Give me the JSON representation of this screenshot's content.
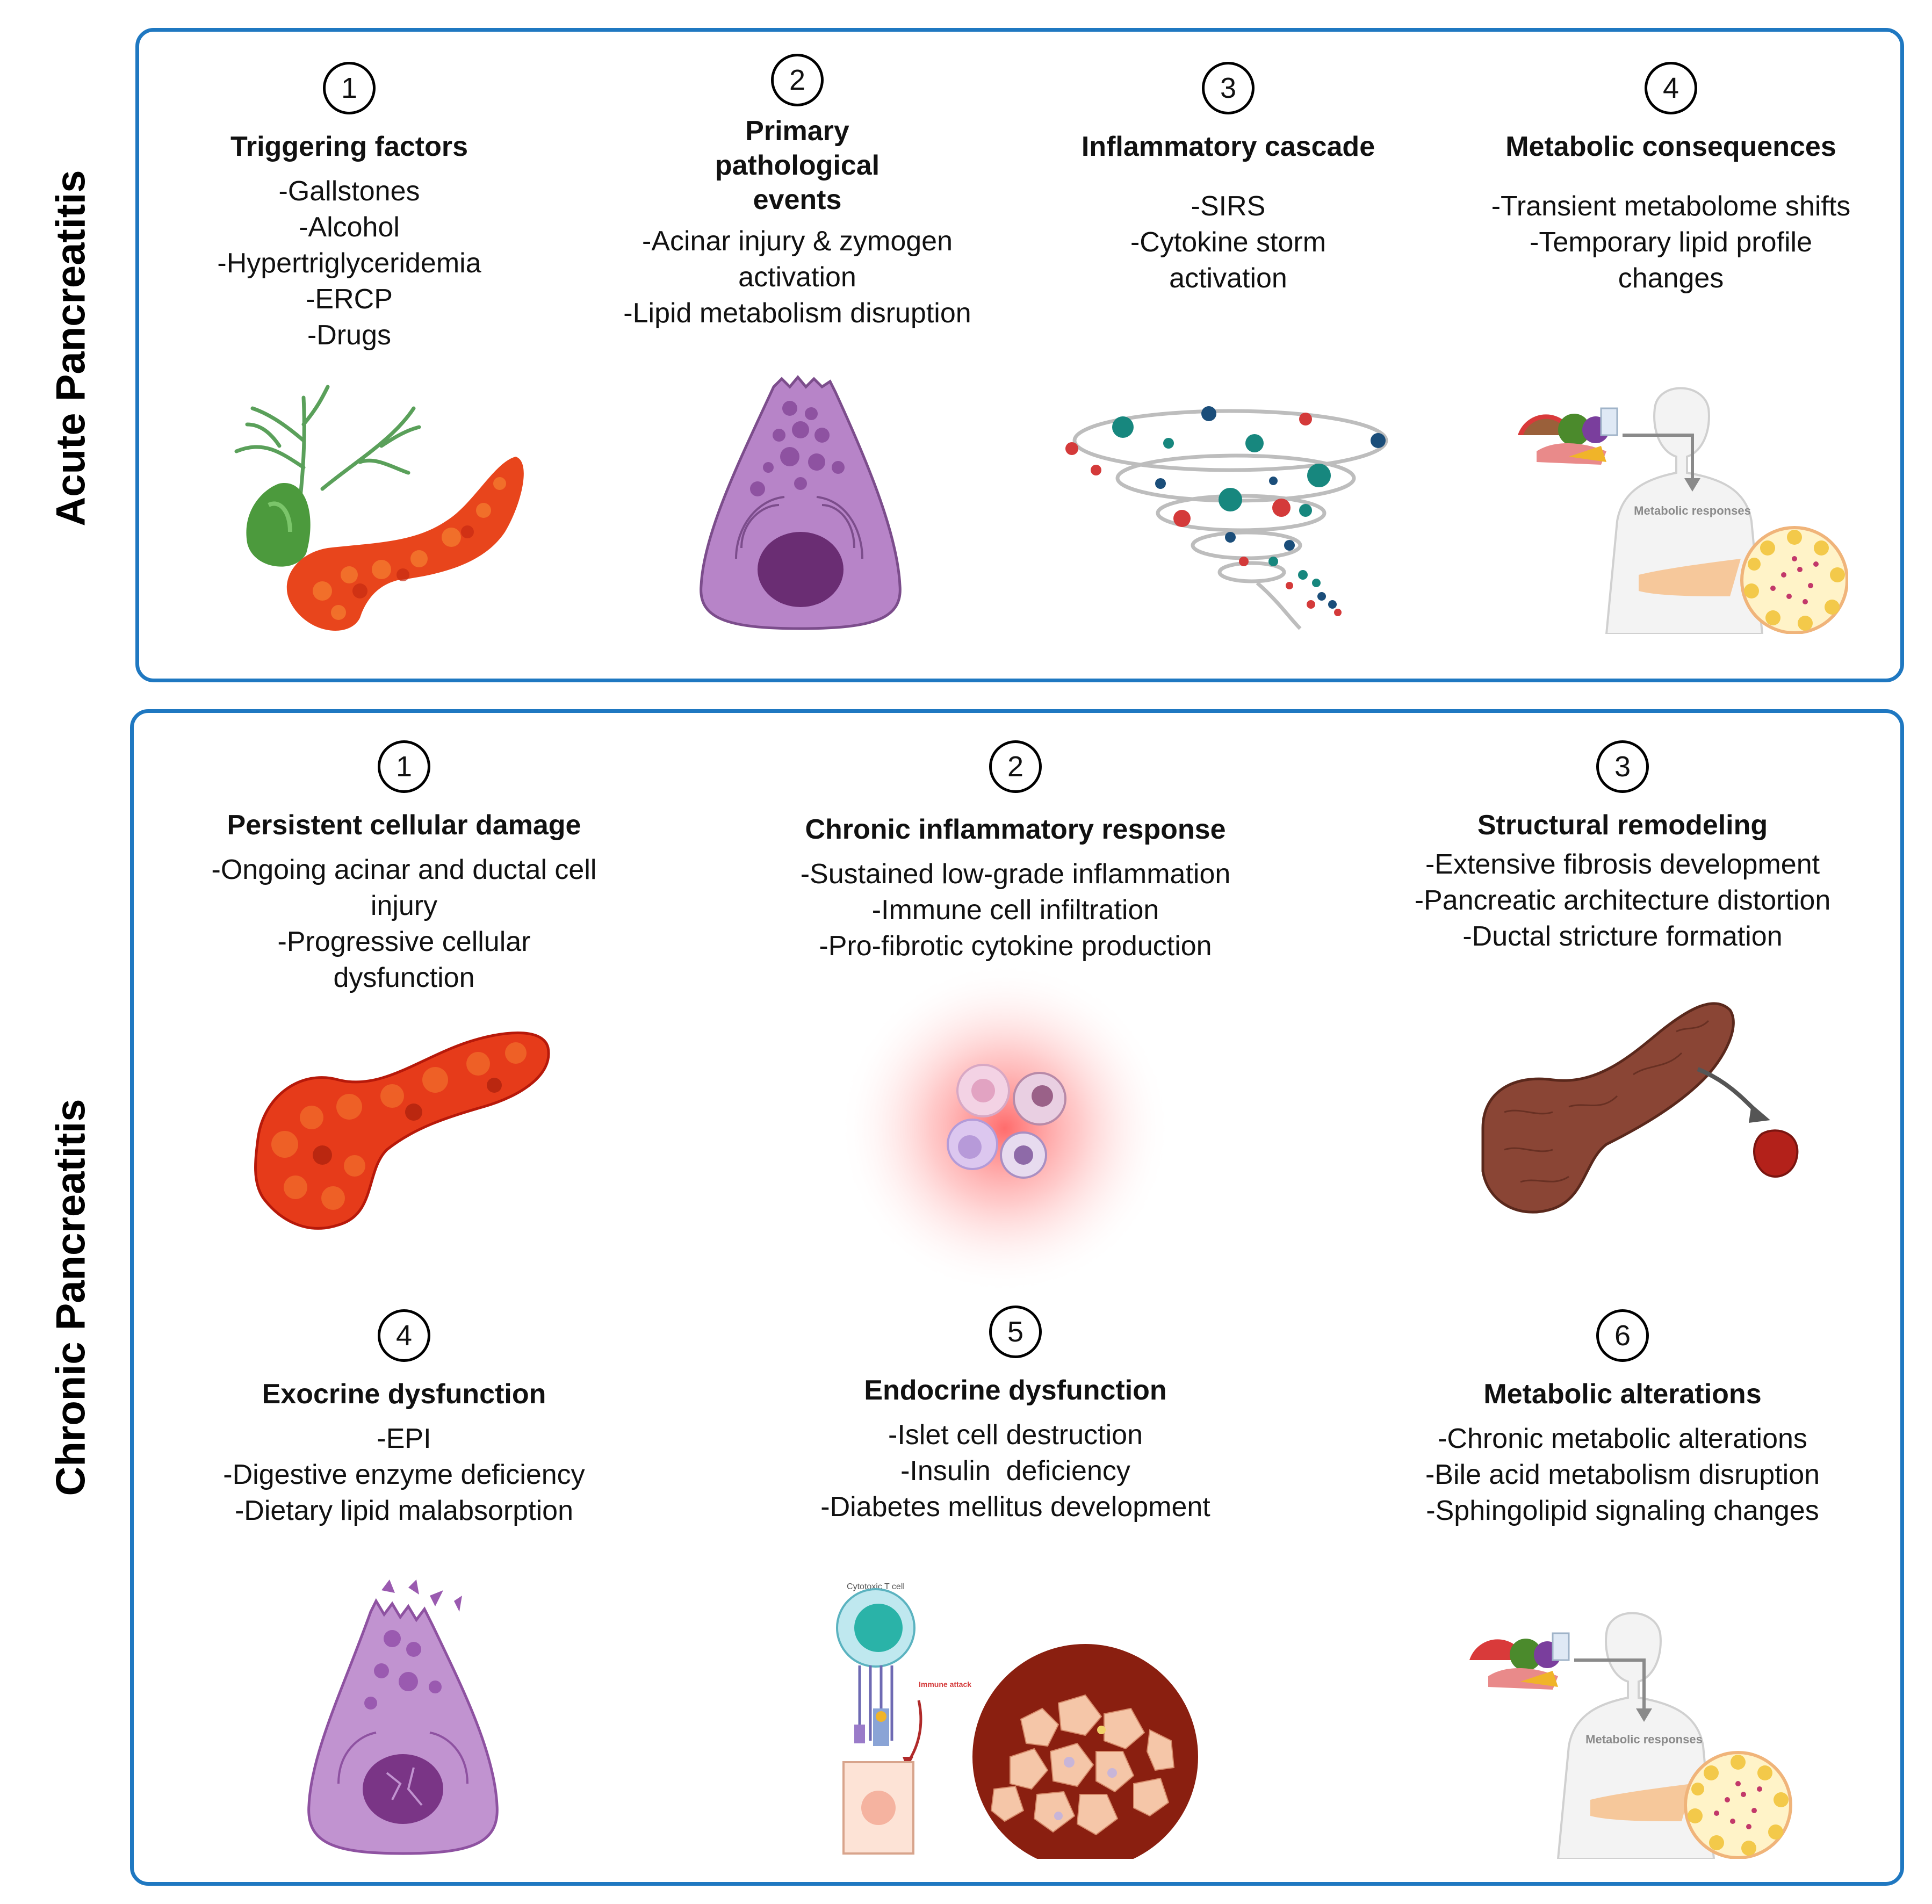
{
  "sections": {
    "acute": {
      "label": "Acute Pancreatitis",
      "steps": [
        {
          "number": "1",
          "title": "Triggering factors",
          "items": [
            "-Gallstones",
            "-Alcohol",
            "-Hypertriglyceridemia",
            "-ERCP",
            "-Drugs"
          ]
        },
        {
          "number": "2",
          "title": "Primary pathological events",
          "items": [
            "-Acinar injury & zymogen activation",
            "-Lipid metabolism disruption"
          ]
        },
        {
          "number": "3",
          "title": "Inflammatory cascade",
          "items": [
            "-SIRS",
            "-Cytokine storm activation"
          ]
        },
        {
          "number": "4",
          "title": "Metabolic consequences",
          "items": [
            "-Transient metabolome shifts",
            "-Temporary lipid profile changes"
          ]
        }
      ]
    },
    "chronic": {
      "label": "Chronic Pancreatitis",
      "steps": [
        {
          "number": "1",
          "title": "Persistent cellular damage",
          "items": [
            "-Ongoing acinar and ductal cell injury",
            "-Progressive cellular dysfunction"
          ]
        },
        {
          "number": "2",
          "title": "Chronic inflammatory response",
          "items": [
            "-Sustained low-grade inflammation",
            "-Immune cell infiltration",
            "-Pro-fibrotic cytokine production"
          ]
        },
        {
          "number": "3",
          "title": "Structural remodeling",
          "items": [
            "-Extensive fibrosis development",
            "-Pancreatic architecture distortion",
            "-Ductal stricture formation"
          ]
        },
        {
          "number": "4",
          "title": "Exocrine dysfunction",
          "items": [
            "-EPI",
            "-Digestive enzyme deficiency",
            "-Dietary lipid malabsorption"
          ]
        },
        {
          "number": "5",
          "title": "Endocrine dysfunction",
          "items": [
            "-Islet cell destruction",
            "-Insulin  deficiency",
            "-Diabetes mellitus development"
          ]
        },
        {
          "number": "6",
          "title": "Metabolic alterations",
          "items": [
            "-Chronic metabolic alterations",
            "-Bile acid metabolism disruption",
            "-Sphingolipid signaling changes"
          ]
        }
      ]
    }
  },
  "illustration_labels": {
    "metabolic_responses": "Metabolic responses",
    "cytotoxic_t_cell": "Cytotoxic T cell",
    "immune_attack": "Immune attack"
  },
  "colors": {
    "panel_border": "#1f78c1",
    "pancreas": "#e8451c",
    "acinar_cell": "#b784c8",
    "fibrotic_pancreas": "#7a3b2e"
  }
}
